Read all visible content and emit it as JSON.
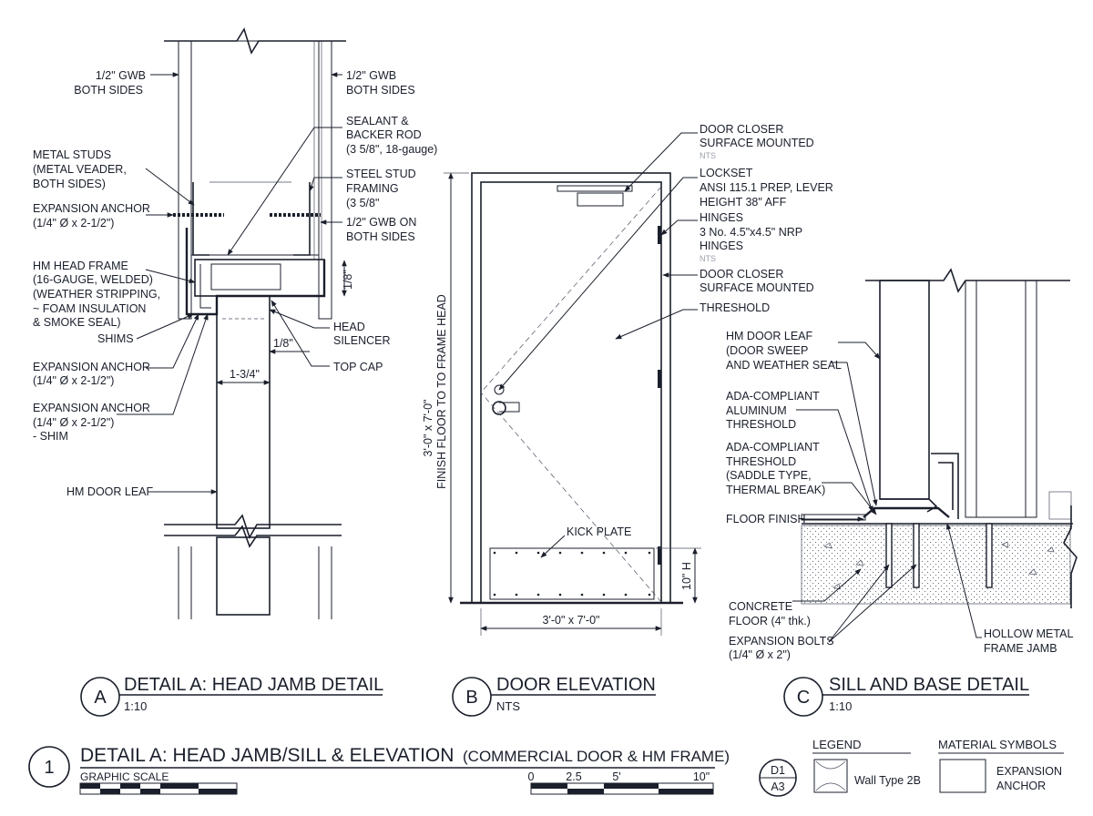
{
  "detail_a": {
    "labels": {
      "gwb_left_1": "1/2\" GWB",
      "gwb_left_2": "BOTH SIDES",
      "gwb_right_1": "1/2\" GWB",
      "gwb_right_2": "BOTH SIDES",
      "sealant_1": "SEALANT &",
      "sealant_2": "BACKER ROD",
      "sealant_3": "(3 5/8\", 18-gauge)",
      "studs_1": "METAL STUDS",
      "studs_2": "(METAL VEADER,",
      "studs_3": "BOTH SIDES)",
      "steel_1": "STEEL STUD",
      "steel_2": "FRAMING",
      "steel_3": "(3 5/8\"",
      "anchor1_1": "EXPANSION ANCHOR",
      "anchor1_2": "(1/4\" Ø x 2-1/2\")",
      "gwb_on_1": "1/2\" GWB ON",
      "gwb_on_2": "BOTH SIDES",
      "frame_1": "HM HEAD FRAME",
      "frame_2": "(16-GAUGE, WELDED)",
      "frame_3": "(WEATHER STRIPPING,",
      "frame_4": "~ FOAM INSULATION",
      "frame_5": "& SMOKE SEAL)",
      "shims": "SHIMS",
      "anchor2_1": "EXPANSION ANCHOR",
      "anchor2_2": "(1/4\" Ø x 2-1/2\")",
      "anchor3_1": "EXPANSION ANCHOR",
      "anchor3_2": "(1/4\" Ø x 2-1/2\")",
      "anchor3_3": "- SHIM",
      "door_leaf": "HM DOOR LEAF",
      "head_1": "HEAD",
      "head_2": "SILENCER",
      "top_cap": "TOP CAP",
      "dim_18_v": "1/8\"",
      "dim_18_h": "1/8\"",
      "dim_134": "1-3/4\""
    },
    "title": "DETAIL A: HEAD JAMB DETAIL",
    "scale": "1:10",
    "marker": "A"
  },
  "detail_b": {
    "labels": {
      "closer1_1": "DOOR CLOSER",
      "closer1_2": "SURFACE MOUNTED",
      "nts1": "NTS",
      "lockset_1": "LOCKSET",
      "lockset_2": "ANSI 115.1 PREP, LEVER",
      "lockset_3": "HEIGHT 38\" AFF",
      "hinges_1": "HINGES",
      "hinges_2": "3 No. 4.5\"x4.5\" NRP",
      "hinges_3": "HINGES",
      "nts2": "NTS",
      "closer2_1": "DOOR CLOSER",
      "closer2_2": "SURFACE MOUNTED",
      "threshold": "THRESHOLD",
      "kick_plate": "KICK PLATE",
      "dim_vertical_1": "3'-0\" x 7'-0\"",
      "dim_vertical_2": "FINISH FLOOR TO  TO FRAME HEAD",
      "dim_kick": "10\" H",
      "dim_width": "3'-0\" x 7'-0\""
    },
    "title": "DOOR ELEVATION",
    "scale": "NTS",
    "marker": "B"
  },
  "detail_c": {
    "labels": {
      "leaf_1": "HM DOOR LEAF",
      "leaf_2": "(DOOR SWEEP",
      "leaf_3": "AND WEATHER SEAL",
      "ada1_1": "ADA-COMPLIANT",
      "ada1_2": "ALUMINUM",
      "ada1_3": "THRESHOLD",
      "ada2_1": "ADA-COMPLIANT",
      "ada2_2": "THRESHOLD",
      "ada2_3": "(SADDLE TYPE,",
      "ada2_4": "THERMAL BREAK)",
      "floor_finish": "FLOOR FINISH",
      "concrete_1": "CONCRETE",
      "concrete_2": "FLOOR (4\" thk.)",
      "bolts_1": "EXPANSION BOLTS",
      "bolts_2": "(1/4\" Ø x 2\")",
      "hollow_1": "HOLLOW METAL",
      "hollow_2": "FRAME JAMB"
    },
    "title": "SILL AND BASE DETAIL",
    "scale": "1:10",
    "marker": "C"
  },
  "sheet": {
    "number": "1",
    "title": "DETAIL A: HEAD JAMB/SILL & ELEVATION",
    "title_suffix": "(COMMERCIAL DOOR & HM FRAME)",
    "graphic_scale": "GRAPHIC SCALE",
    "scale_ticks": [
      "0",
      "2.5",
      "5'",
      "10\""
    ],
    "ref_top": "D1",
    "ref_bottom": "A3",
    "legend_title": "LEGEND",
    "legend_item": "Wall Type 2B",
    "material_title": "MATERIAL SYMBOLS",
    "material_item_1": "EXPANSION",
    "material_item_2": "ANCHOR"
  },
  "colors": {
    "ink": "#1a1f2b",
    "door_fill": "#b9bfc7",
    "gwb_fill": "#e9eaec",
    "concrete_fill": "#f1f1f1"
  }
}
